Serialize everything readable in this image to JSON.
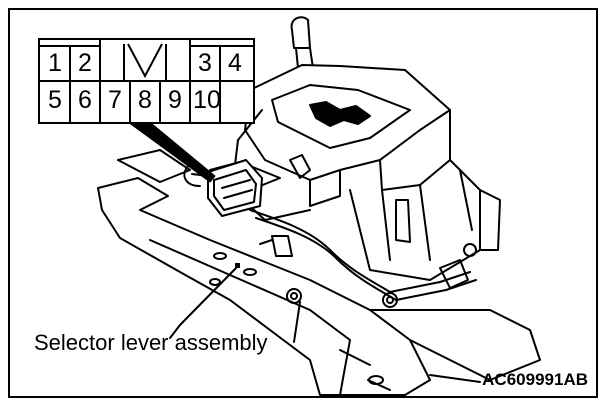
{
  "connector": {
    "top_row": [
      "1",
      "2",
      "3",
      "4"
    ],
    "bottom_row": [
      "5",
      "6",
      "7",
      "8",
      "9",
      "10"
    ]
  },
  "caption": "Selector lever assembly",
  "figure_code": "AC609991AB",
  "colors": {
    "line": "#000000",
    "background": "#ffffff"
  }
}
